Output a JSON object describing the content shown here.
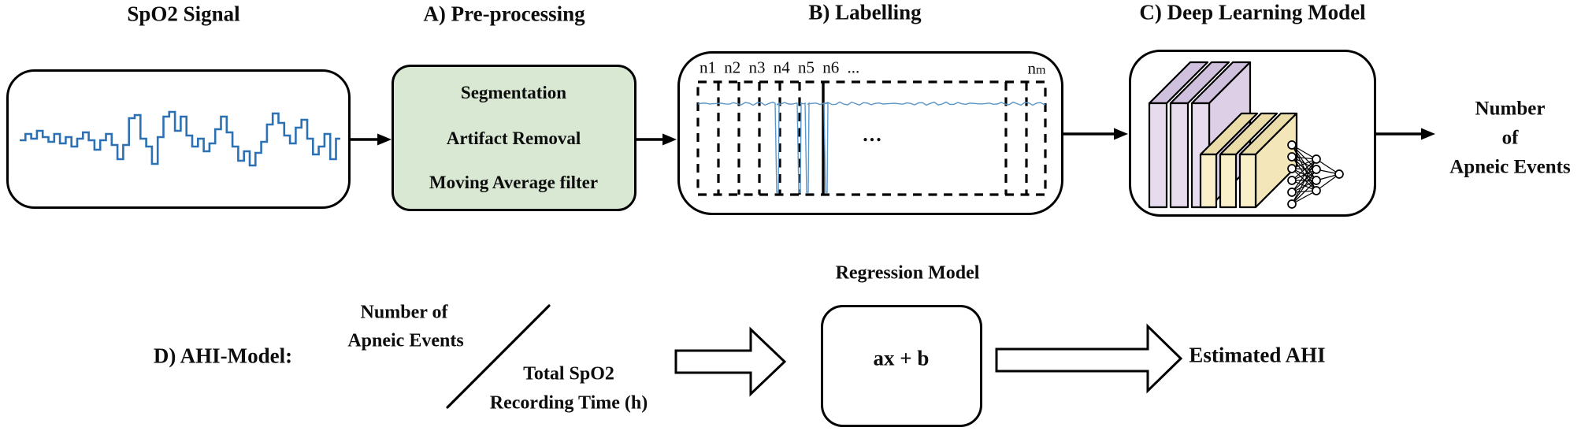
{
  "diagram": {
    "top_row": {
      "spo2": {
        "title": "SpO2 Signal"
      },
      "preprocessing": {
        "title": "A) Pre-processing",
        "steps": [
          "Segmentation",
          "Artifact Removal",
          "Moving Average filter"
        ]
      },
      "labelling": {
        "title": "B) Labelling",
        "segment_labels": "n1 n2 n3 n4 n5 n6 ...",
        "last_segment_base": "n",
        "last_segment_sub": "m",
        "ellipsis": "..."
      },
      "deep_learning": {
        "title": "C) Deep Learning Model"
      },
      "output": {
        "line1": "Number",
        "line2": "of",
        "line3": "Apneic Events"
      }
    },
    "bottom_row": {
      "label": "D) AHI-Model:",
      "fraction": {
        "numerator_line1": "Number of",
        "numerator_line2": "Apneic Events",
        "denominator_line1": "Total SpO2",
        "denominator_line2": "Recording Time (h)"
      },
      "regression": {
        "title": "Regression Model",
        "formula": "ax + b"
      },
      "output": "Estimated AHI"
    }
  },
  "colors": {
    "preprocessing_fill": "#d8e8d2",
    "raw_signal_blue": "#2b71b4",
    "segment_trace_blue": "#5b96c8",
    "cnn_purple_front": "#e6dcee",
    "cnn_purple_top": "#cfc1de",
    "cnn_purple_side": "#dccfe6",
    "cnn_yellow_front": "#f9f0ca",
    "cnn_yellow_top": "#eaddaa",
    "cnn_yellow_side": "#f3e6b8",
    "outline": "#000000"
  }
}
